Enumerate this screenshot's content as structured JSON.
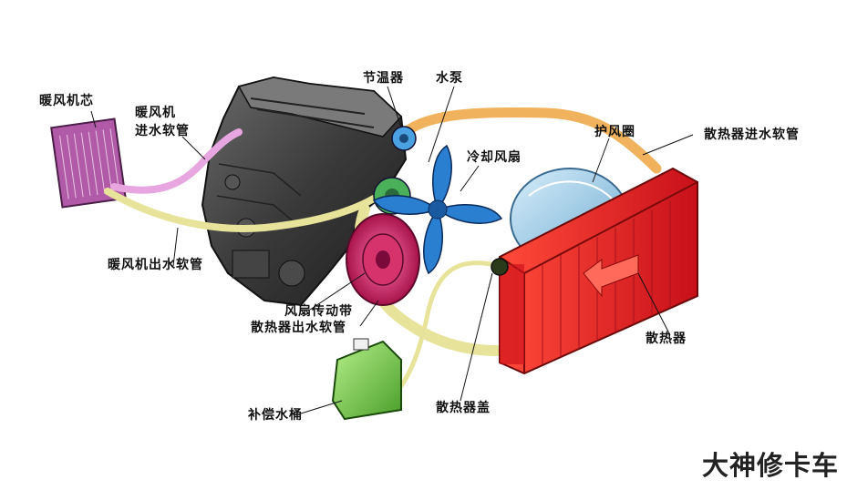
{
  "labels": {
    "heater_core": "暖风机芯",
    "heater_inlet_hose_1": "暖风机",
    "heater_inlet_hose_2": "进水软管",
    "thermostat": "节温器",
    "water_pump": "水泵",
    "cooling_fan": "冷却风扇",
    "fan_shroud": "护风圈",
    "radiator_inlet_hose": "散热器进水软管",
    "heater_outlet_hose": "暖风机出水软管",
    "fan_belt": "风扇传动带",
    "radiator_outlet_hose": "散热器出水软管",
    "radiator": "散热器",
    "expansion_tank": "补偿水桶",
    "radiator_cap": "散热器盖"
  },
  "watermark": "大神修卡车",
  "colors": {
    "engine": "#3a3a3a",
    "radiator": "#e8141c",
    "fan": "#2a7fd0",
    "pulley": "#d6336c",
    "heater_hose": "#e8a6e0",
    "outlet_hose": "#e8e39a",
    "inlet_hose": "#f0b25c",
    "tank": "#7ccf4e",
    "heater_core": "#b05aa8"
  }
}
